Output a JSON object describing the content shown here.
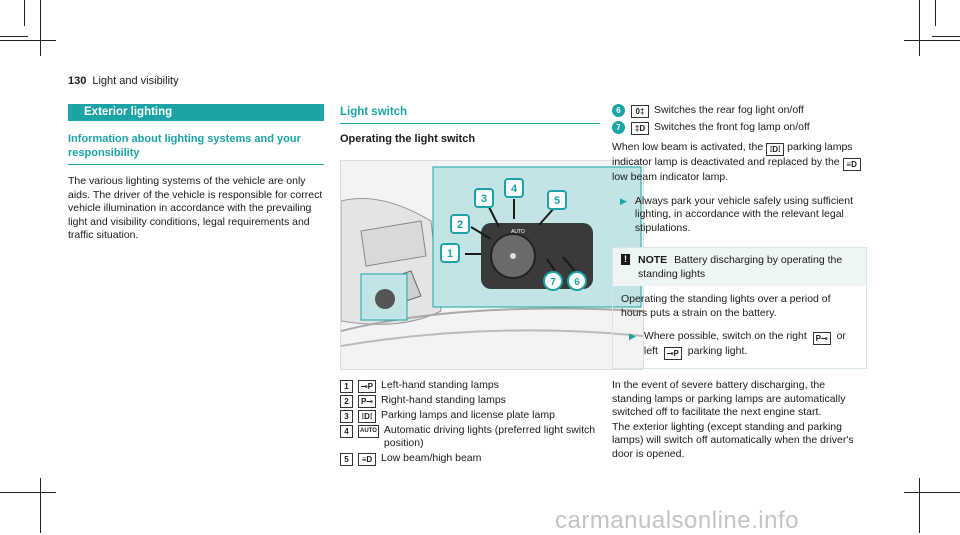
{
  "header": {
    "page_number": "130",
    "page_title": "Light and visibility"
  },
  "left": {
    "section_title": "Exterior lighting",
    "subheading": "Information about lighting systems and your responsibility",
    "paragraph": "The various lighting systems of the vehicle are only aids. The driver of the vehicle is responsible for correct vehicle illumination in accordance with the prevailing light and visibility conditions, legal requirements and traffic situation."
  },
  "middle": {
    "section_title": "Light switch",
    "subheading": "Operating the light switch",
    "callouts": [
      "1",
      "2",
      "3",
      "4",
      "5",
      "7",
      "6"
    ],
    "switch_label": "AUTO",
    "items": [
      {
        "num": "1",
        "icon": "⊸P",
        "text": "Left-hand standing lamps"
      },
      {
        "num": "2",
        "icon": "P⊸",
        "text": "Right-hand standing lamps"
      },
      {
        "num": "3",
        "icon": "⁞D⁞",
        "text": "Parking lamps and license plate lamp"
      },
      {
        "num": "4",
        "icon": "AUTO",
        "text": "Automatic driving lights (preferred light switch position)"
      },
      {
        "num": "5",
        "icon": "≡D",
        "text": "Low beam/high beam"
      }
    ]
  },
  "right": {
    "items": [
      {
        "num": "6",
        "icon": "0‡",
        "text": "Switches the rear fog light on/off"
      },
      {
        "num": "7",
        "icon": "‡D",
        "text": "Switches the front fog lamp on/off"
      }
    ],
    "low_beam_p1": "When low beam is activated, the",
    "low_beam_icon1": "⁞D⁞",
    "low_beam_p2": "parking lamps indicator lamp is deactivated and replaced by the",
    "low_beam_icon2": "≡D",
    "low_beam_p3": "low beam indicator lamp.",
    "step1": "Always park your vehicle safely using sufficient lighting, in accordance with the relevant legal stipulations.",
    "note": {
      "label": "NOTE",
      "title": "Battery discharging by operating the standing lights",
      "body": "Operating the standing lights over a period of hours puts a strain on the battery.",
      "step_a": "Where possible, switch on the right",
      "icon_right": "P⊸",
      "step_b": "or left",
      "icon_left": "⊸P",
      "step_c": "parking light."
    },
    "para1": "In the event of severe battery discharging, the standing lamps or parking lamps are automatically switched off to facilitate the next engine start.",
    "para2": "The exterior lighting (except standing and parking lamps) will switch off automatically when the driver's door is opened."
  },
  "watermark": "carmanualsonline.info"
}
